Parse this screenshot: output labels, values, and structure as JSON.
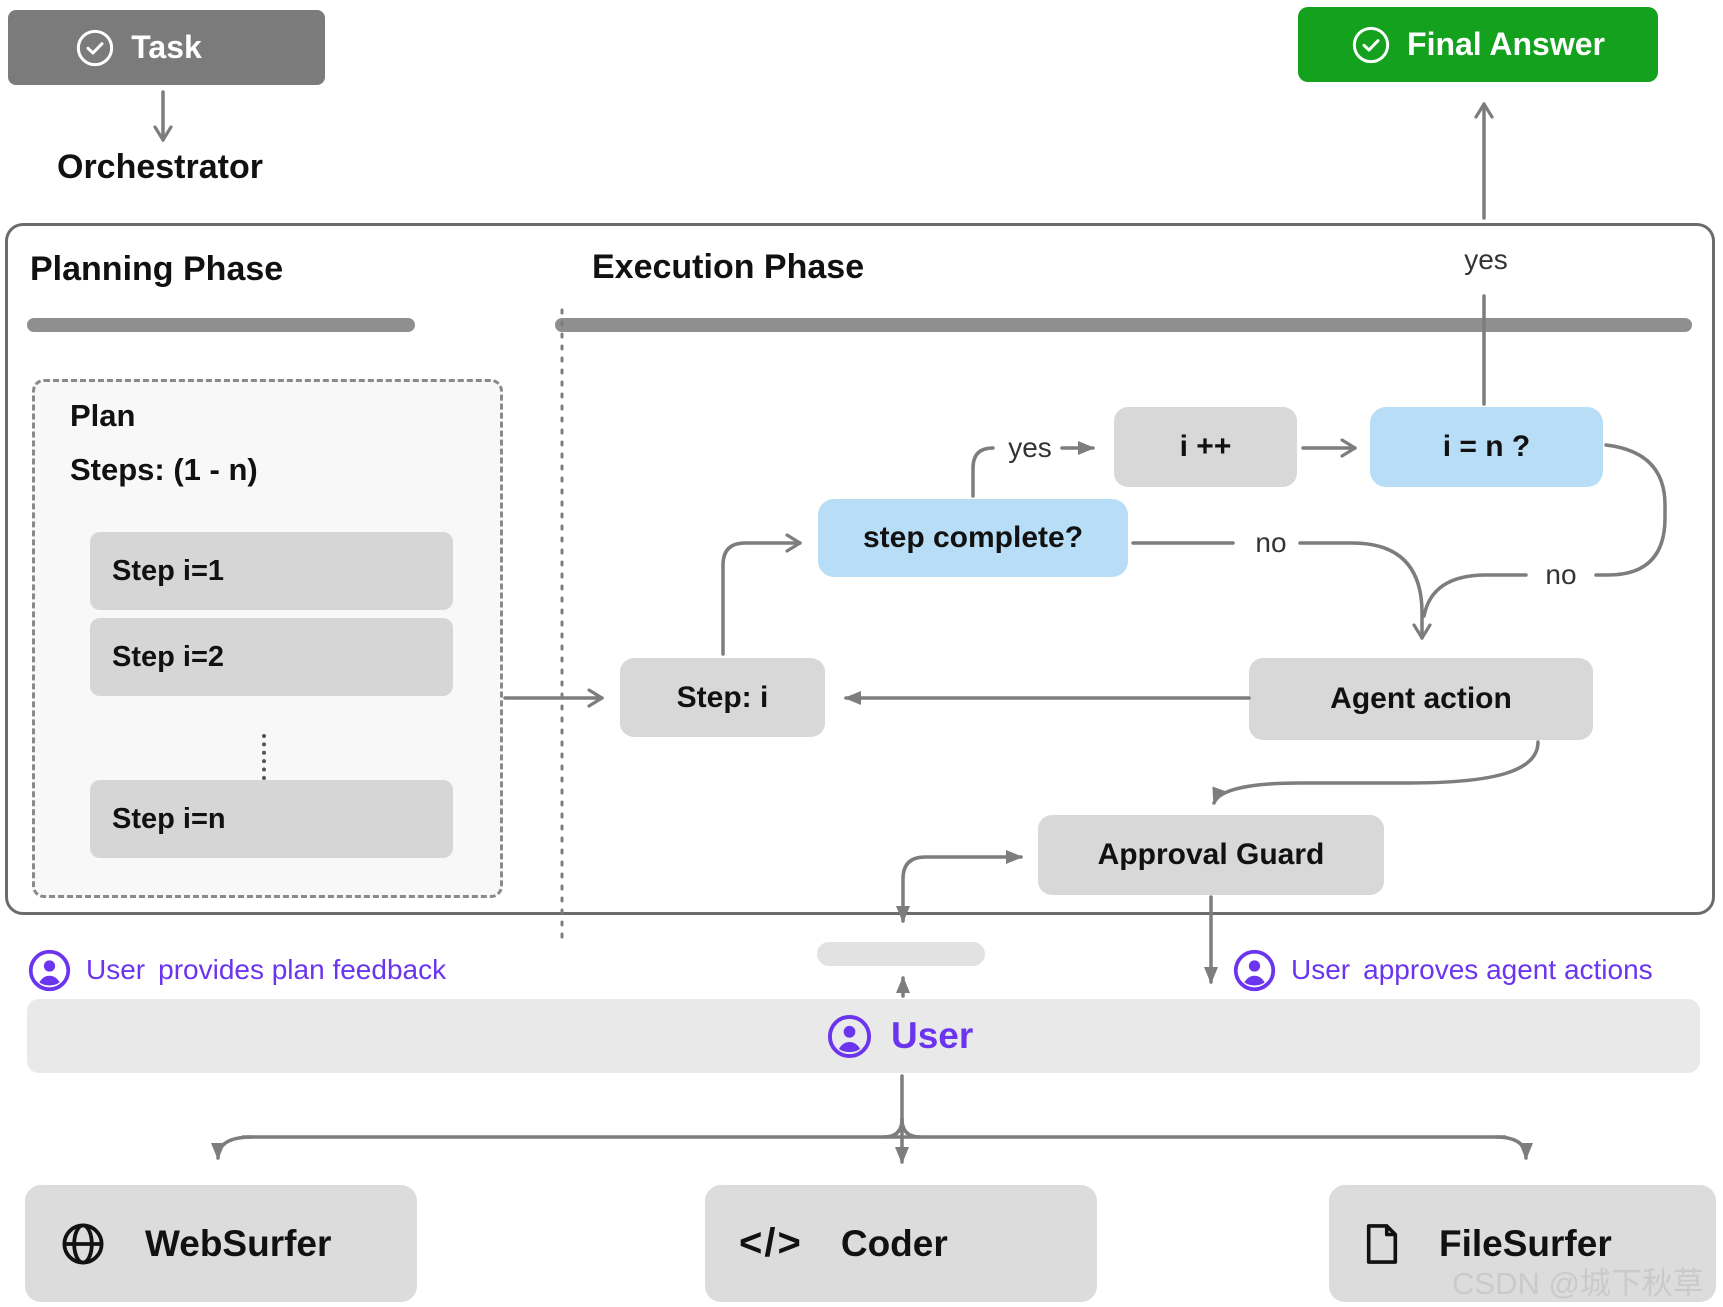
{
  "header": {
    "task_label": "Task",
    "final_answer_label": "Final Answer",
    "orchestrator_label": "Orchestrator"
  },
  "phases": {
    "planning": "Planning Phase",
    "execution": "Execution Phase"
  },
  "plan": {
    "title": "Plan",
    "range": "Steps: (1 - n)",
    "steps": [
      "Step i=1",
      "Step i=2",
      "Step i=n"
    ]
  },
  "flow": {
    "step_i": "Step: i",
    "step_complete": "step complete?",
    "increment": "i ++",
    "check_n": "i = n ?",
    "agent_action": "Agent action",
    "approval_guard": "Approval Guard",
    "labels": {
      "yes_final": "yes",
      "yes_step": "yes",
      "no_step": "no",
      "no_check": "no"
    }
  },
  "user": {
    "label": "User",
    "plan_feedback_prefix": "User",
    "plan_feedback_text": "provides plan feedback",
    "approve_prefix": "User",
    "approve_text": "approves agent actions"
  },
  "agents": [
    {
      "name": "WebSurfer",
      "icon": "globe-icon"
    },
    {
      "name": "Coder",
      "icon": "code-icon"
    },
    {
      "name": "FileSurfer",
      "icon": "file-icon"
    }
  ],
  "watermark": "CSDN @城下秋草",
  "colors": {
    "task_gray": "#7b7b7b",
    "final_green": "#13a11e",
    "node_gray": "#d8d8d8",
    "decision_blue": "#b8def7",
    "accent_purple": "#6b35f0",
    "line_gray": "#7d7d7d",
    "user_bar_gray": "#e9e9e9"
  }
}
